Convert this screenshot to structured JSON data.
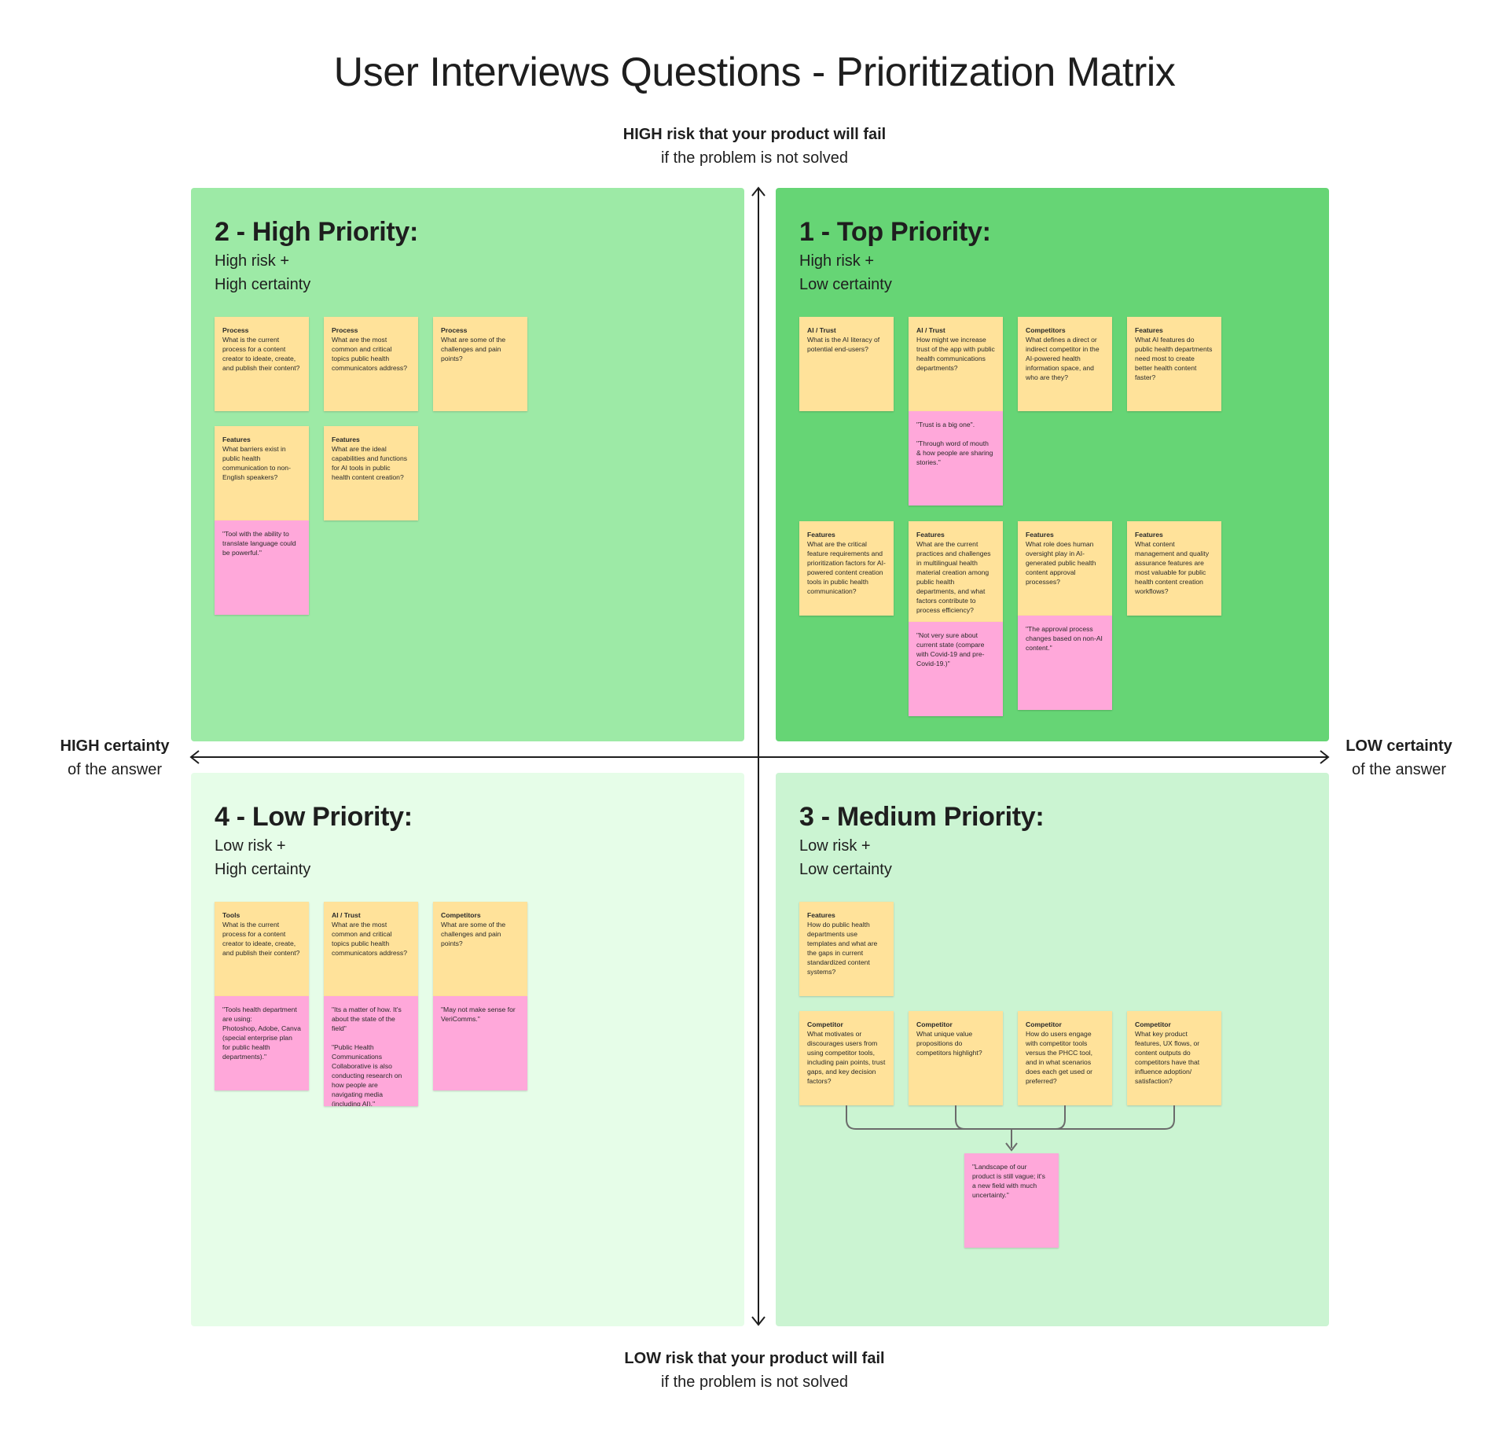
{
  "title": "User Interviews Questions - Prioritization Matrix",
  "axes": {
    "top": {
      "strong": "HIGH risk that your product will fail",
      "sub": "if the problem is not solved"
    },
    "bottom": {
      "strong": "LOW risk that your product will fail",
      "sub": "if the problem is not solved"
    },
    "left": {
      "strong": "HIGH certainty",
      "sub": "of the answer"
    },
    "right": {
      "strong": "LOW certainty",
      "sub": "of the answer"
    }
  },
  "colors": {
    "q_high": "#9deaa6",
    "q_top": "#66d575",
    "q_low": "#e6fde8",
    "q_medium": "#cbf4d2",
    "sticky_yellow": "#ffe29a",
    "sticky_pink": "#ffa8da"
  },
  "quadrants": {
    "high": {
      "title": "2 - High Priority:",
      "sub1": "High risk +",
      "sub2": "High certainty",
      "notes": [
        {
          "cat": "Process",
          "text": "What is the current process for a content creator to ideate, create, and publish their content?"
        },
        {
          "cat": "Process",
          "text": "What are the most common and critical topics public health communicators address?"
        },
        {
          "cat": "Process",
          "text": "What are some of the challenges and pain points?"
        },
        {
          "cat": "Features",
          "text": "What barriers exist in public health communication to non-English speakers?"
        },
        {
          "cat": "Features",
          "text": "What are the ideal capabilities and functions for AI tools in public health content creation?"
        },
        {
          "cat": "",
          "text": "\"Tool with the ability to translate language could be powerful.\""
        }
      ]
    },
    "top": {
      "title": "1 - Top Priority:",
      "sub1": "High risk +",
      "sub2": "Low certainty",
      "notes": [
        {
          "cat": "AI / Trust",
          "text": "What is the AI literacy of potential end-users?"
        },
        {
          "cat": "AI / Trust",
          "text": "How might we increase trust of the app with public health communications departments?"
        },
        {
          "cat": "Competitors",
          "text": "What defines a direct or indirect competitor in the AI-powered health information space, and who are they?"
        },
        {
          "cat": "Features",
          "text": "What AI features do public health departments need most to create better health content faster?"
        },
        {
          "cat": "",
          "text": "\"Trust is a big one\".\n\n\"Through word of mouth & how people are sharing stories.\""
        },
        {
          "cat": "Features",
          "text": "What are the critical feature requirements and prioritization factors for AI-powered content creation tools in public health communication?"
        },
        {
          "cat": "Features",
          "text": "What are the current practices and challenges in multilingual health material creation among public health departments, and what factors contribute to process efficiency?"
        },
        {
          "cat": "Features",
          "text": "What role does human oversight play in AI-generated public health content approval processes?"
        },
        {
          "cat": "Features",
          "text": "What content management and quality assurance features are most valuable for public health content creation workflows?"
        },
        {
          "cat": "",
          "text": "\"Not very sure about current state (compare with Covid-19 and pre-Covid-19.)\""
        },
        {
          "cat": "",
          "text": "\"The approval process changes based on non-AI content.\""
        }
      ]
    },
    "low": {
      "title": "4 - Low Priority:",
      "sub1": "Low risk +",
      "sub2": "High certainty",
      "notes": [
        {
          "cat": "Tools",
          "text": "What is the current process for a content creator to ideate, create, and publish their content?"
        },
        {
          "cat": "AI / Trust",
          "text": "What are the most common and critical topics public health communicators address?"
        },
        {
          "cat": "Competitors",
          "text": "What are some of the challenges and pain points?"
        },
        {
          "cat": "",
          "text": "\"Tools health department are using:\nPhotoshop, Adobe, Canva (special enterprise plan for public health departments).\""
        },
        {
          "cat": "",
          "text": "\"Its a matter of how. It's about the state of the field\"\n\n\"Public Health Communications Collaborative is also conducting research on how people are navigating media (including AI).\""
        },
        {
          "cat": "",
          "text": "\"May not make sense for VeriComms.\""
        }
      ]
    },
    "medium": {
      "title": "3 - Medium Priority:",
      "sub1": "Low risk +",
      "sub2": "Low certainty",
      "notes": [
        {
          "cat": "Features",
          "text": "How do public health departments use templates and what are the gaps in current standardized content systems?"
        },
        {
          "cat": "Competitor",
          "text": "What motivates or discourages users from using competitor tools, including pain points, trust gaps, and key decision factors?"
        },
        {
          "cat": "Competitor",
          "text": "What unique value propositions do competitors highlight?"
        },
        {
          "cat": "Competitor",
          "text": "How do users engage with competitor tools versus the PHCC tool, and in what scenarios does each get used or preferred?"
        },
        {
          "cat": "Competitor",
          "text": "What key product features, UX flows, or content outputs do competitors have that influence adoption/ satisfaction?"
        },
        {
          "cat": "",
          "text": "\"Landscape of our product is still vague; it's a new field with much uncertainty.\""
        }
      ]
    }
  }
}
